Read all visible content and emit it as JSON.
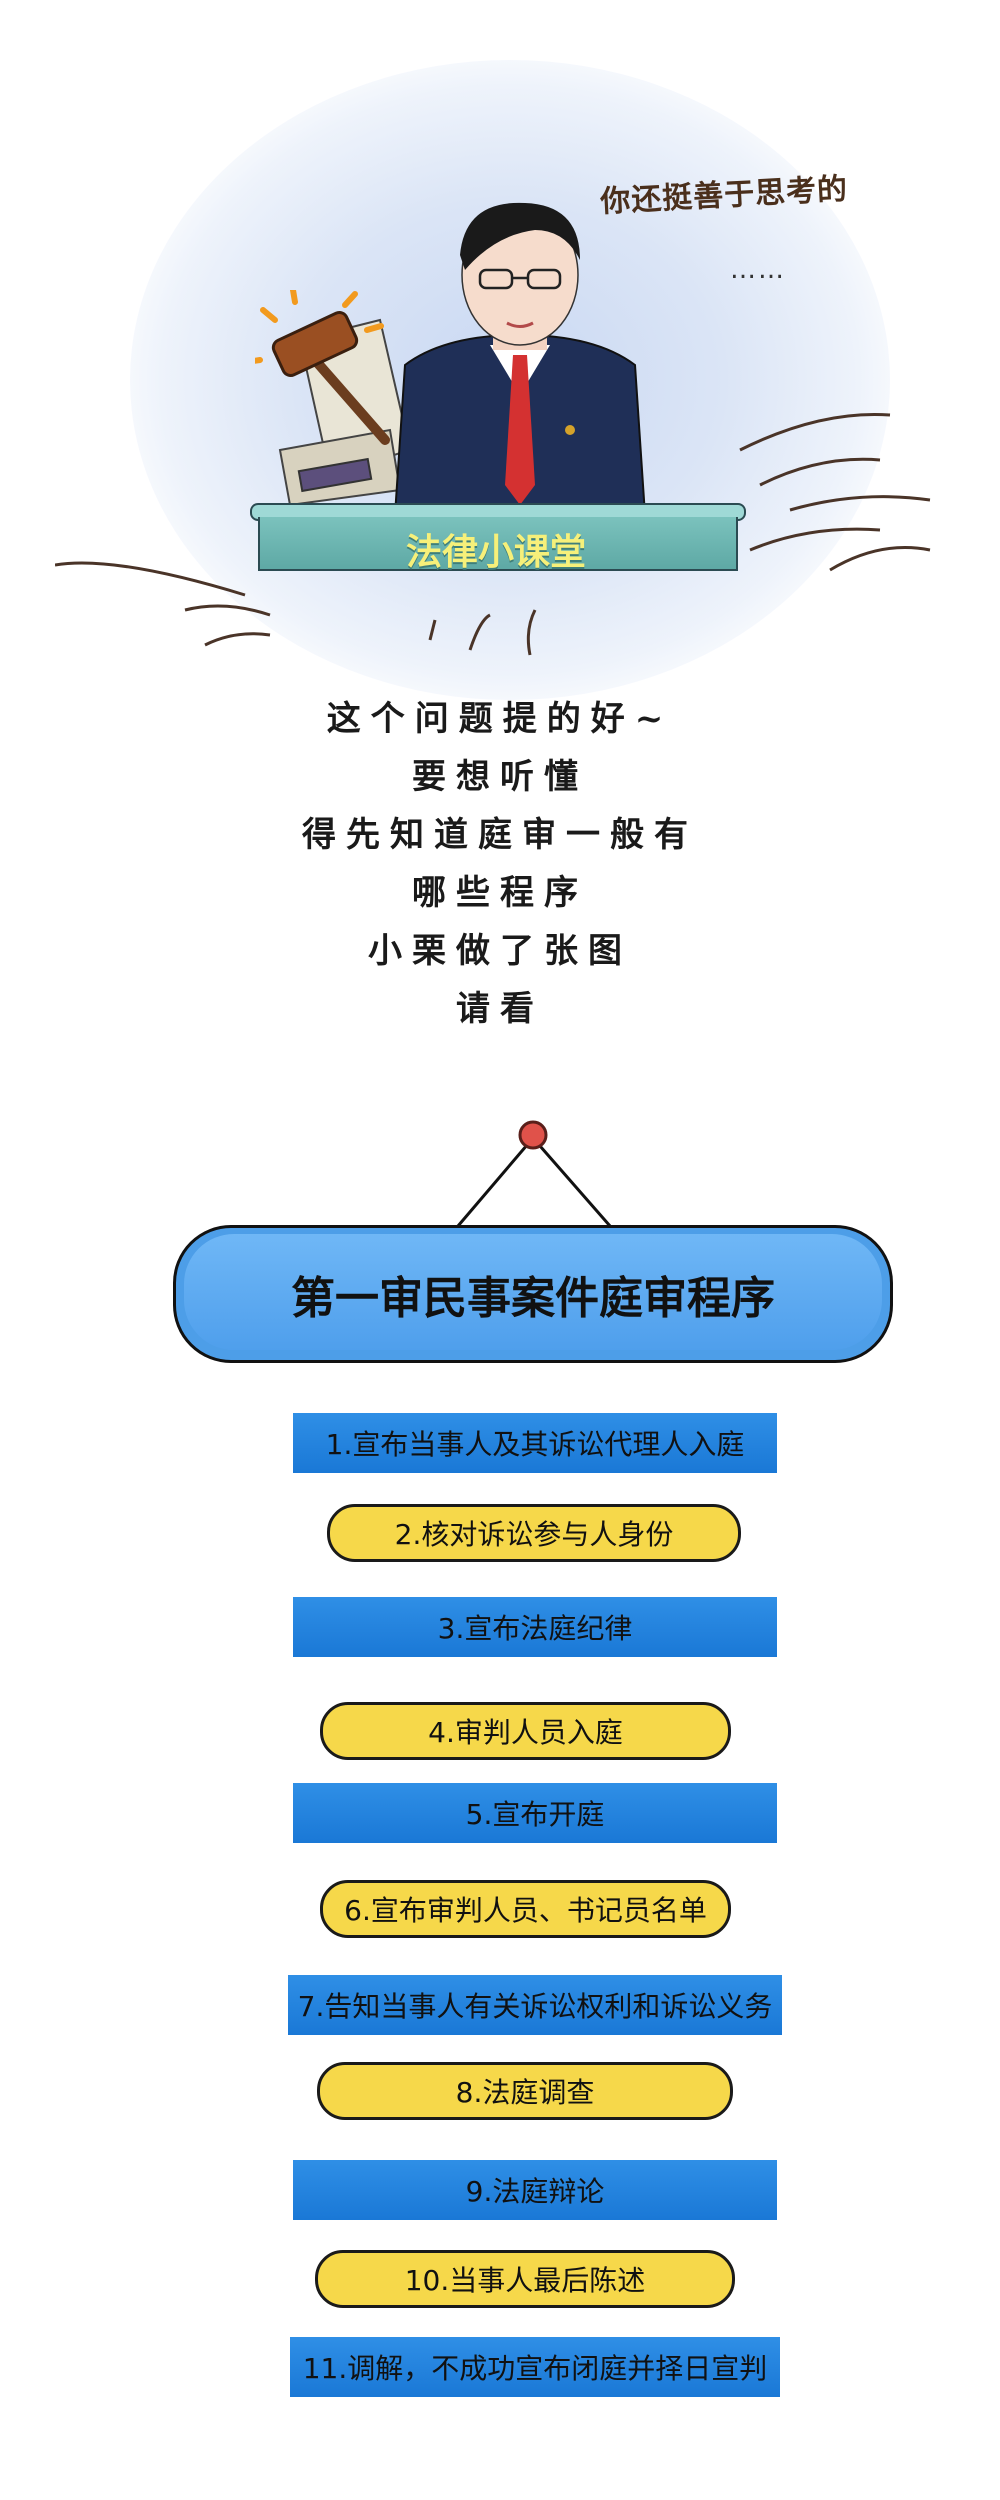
{
  "hero": {
    "thought_text": "你还挺善于思考的",
    "dots": "……",
    "desk_label": "法律小课堂"
  },
  "intro_lines": [
    "这个问题提的好~",
    "要想听懂",
    "得先知道庭审一般有",
    "哪些程序",
    "小栗做了张图",
    "请看"
  ],
  "title": "第一审民事案件庭审程序",
  "steps": [
    {
      "label": "1.宣布当事人及其诉讼代理人入庭",
      "style": "blue"
    },
    {
      "label": "2.核对诉讼参与人身份",
      "style": "yellow"
    },
    {
      "label": "3.宣布法庭纪律",
      "style": "blue"
    },
    {
      "label": "4.审判人员入庭",
      "style": "yellow"
    },
    {
      "label": "5.宣布开庭",
      "style": "blue"
    },
    {
      "label": "6.宣布审判人员、书记员名单",
      "style": "yellow"
    },
    {
      "label": "7.告知当事人有关诉讼权利和诉讼义务",
      "style": "blue"
    },
    {
      "label": "8.法庭调查",
      "style": "yellow"
    },
    {
      "label": "9.法庭辩论",
      "style": "blue"
    },
    {
      "label": "10.当事人最后陈述",
      "style": "yellow"
    },
    {
      "label": "11.调解，不成功宣布闭庭并择日宣判",
      "style": "blue"
    }
  ],
  "colors": {
    "blue_bar": "#1a78d6",
    "yellow_pill": "#f6d84a",
    "title_box": "#4f9fec",
    "pin": "#e0524a"
  }
}
